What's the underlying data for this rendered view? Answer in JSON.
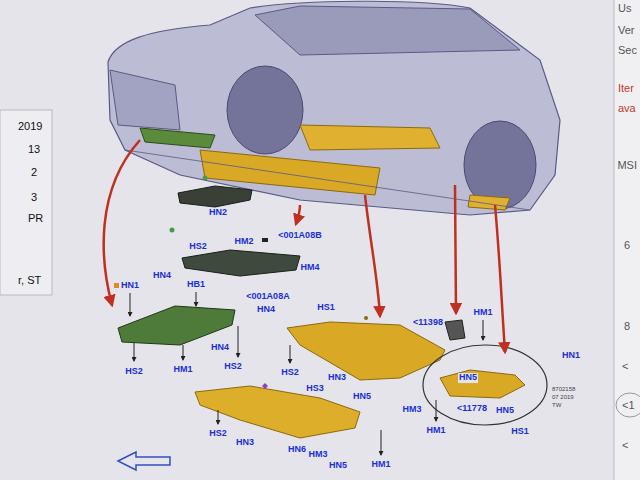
{
  "diagram": {
    "labels": [
      "2019",
      "13",
      "2",
      "3",
      "PR",
      "r, ST",
      "Us",
      "Ver",
      "Sec",
      "Iter",
      "ava",
      "MSI",
      "6",
      "8",
      "<",
      "<1",
      "<",
      "HN2",
      "HS2",
      "HM2",
      "<001A08B",
      "HM4",
      "HN4",
      "HN1",
      "HB1",
      "<001A08A",
      "HN4",
      "HS1",
      "HN4",
      "HS2",
      "HM1",
      "HS2",
      "HS2",
      "HS3",
      "HN3",
      "HN5",
      "<11398",
      "HM1",
      "HN1",
      "HN5",
      "<11778",
      "HM3",
      "HM1",
      "HN5",
      "HS1",
      "HS2",
      "HN3",
      "HN6",
      "HM3",
      "HN5",
      "HM1",
      "8702158",
      "07 2019",
      "TW"
    ]
  }
}
